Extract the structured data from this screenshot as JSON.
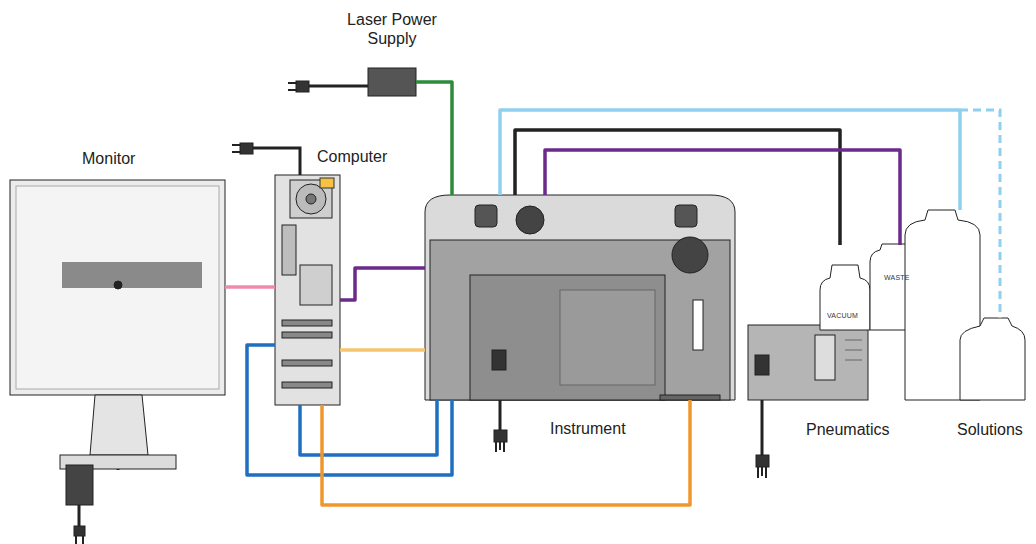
{
  "diagram": {
    "nodes": [
      {
        "text": [
          "Laser Power Supply"
        ]
      },
      {
        "text": [
          "Monitor"
        ]
      },
      {
        "text": [
          "Computer"
        ]
      },
      {
        "text": [
          "Instrument"
        ]
      },
      {
        "text": [
          "Pneumatics"
        ]
      },
      {
        "text": [
          "Solutions"
        ]
      }
    ],
    "edges": [
      {
        "from": 1,
        "to": 2,
        "arrow": "none"
      },
      {
        "from": 0,
        "to": 3,
        "arrow": "none"
      },
      {
        "from": 2,
        "to": 3,
        "arrow": "none"
      },
      {
        "from": 2,
        "to": 3,
        "arrow": "none"
      },
      {
        "from": 2,
        "to": 3,
        "arrow": "none"
      },
      {
        "from": 2,
        "to": 3,
        "arrow": "none"
      },
      {
        "from": 2,
        "to": 3,
        "arrow": "none"
      },
      {
        "from": 3,
        "to": 4,
        "arrow": "none"
      },
      {
        "from": 3,
        "to": 4,
        "arrow": "none"
      },
      {
        "from": 3,
        "to": 5,
        "arrow": "none"
      }
    ],
    "labels": [
      "VACUUM",
      "WASTE"
    ]
  }
}
